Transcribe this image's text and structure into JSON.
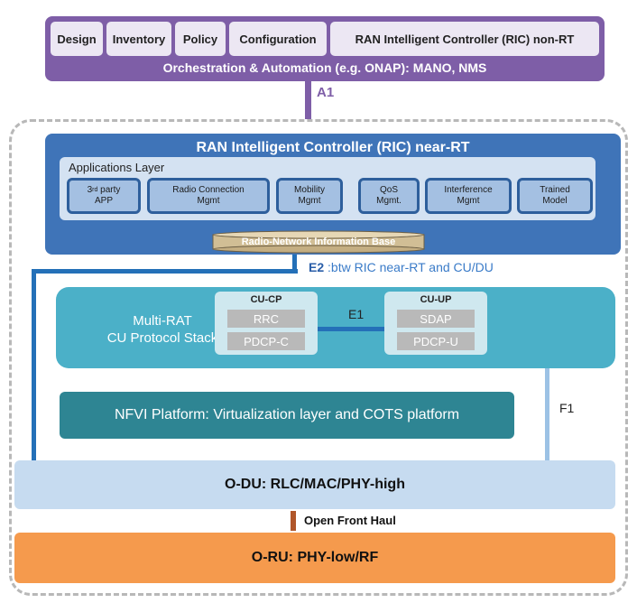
{
  "orchestration": {
    "tabs": [
      "Design",
      "Inventory",
      "Policy",
      "Configuration",
      "RAN Intelligent Controller (RIC) non-RT"
    ],
    "label": "Orchestration & Automation (e.g. ONAP): MANO, NMS",
    "interface": "A1"
  },
  "ric_near_rt": {
    "title": "RAN Intelligent Controller (RIC) near-RT",
    "app_layer_label": "Applications Layer",
    "apps": [
      {
        "line1a": "3",
        "sup": "rd",
        "line1b": " party",
        "line2": "APP"
      },
      {
        "line1": "Radio Connection",
        "line2": "Mgmt"
      },
      {
        "line1": "Mobility",
        "line2": "Mgmt"
      },
      {
        "line1": "QoS",
        "line2": "Mgmt."
      },
      {
        "line1": "Interference",
        "line2": "Mgmt"
      },
      {
        "line1": "Trained",
        "line2": "Model"
      }
    ],
    "database": "Radio-Network Information Base"
  },
  "e2": {
    "label": "E2",
    "text": " :btw RIC near-RT and CU/DU"
  },
  "cu": {
    "label_line1": "Multi-RAT",
    "label_line2": "CU Protocol Stack",
    "cp": {
      "title": "CU-CP",
      "items": [
        "RRC",
        "PDCP-C"
      ]
    },
    "up": {
      "title": "CU-UP",
      "items": [
        "SDAP",
        "PDCP-U"
      ]
    },
    "e1": "E1"
  },
  "f1": "F1",
  "nfvi": "NFVI Platform: Virtualization layer and COTS platform",
  "odu": "O-DU: RLC/MAC/PHY-high",
  "fronthaul": "Open Front Haul",
  "oru": "O-RU: PHY-low/RF",
  "colors": {
    "orchestration": "#7e5ea7",
    "ric": "#3f74b8",
    "cu": "#4bb0c8",
    "nfvi": "#2e8593",
    "odu": "#c6dbf0",
    "oru": "#f59a4d"
  }
}
